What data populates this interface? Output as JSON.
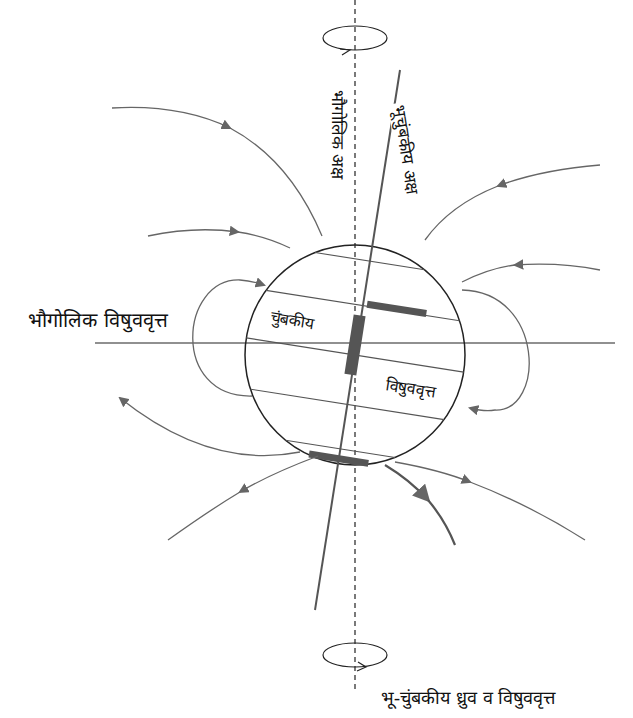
{
  "diagram": {
    "caption": "भू-चुंबकीय ध्रुव व विषुववृत्त",
    "labels": [
      "भौगोलिक अक्ष",
      "भूचुंबकीय अक्ष",
      "भौगोलिक विषुववृत्त",
      "चुंबकीय",
      "विषुववृत्त"
    ]
  }
}
